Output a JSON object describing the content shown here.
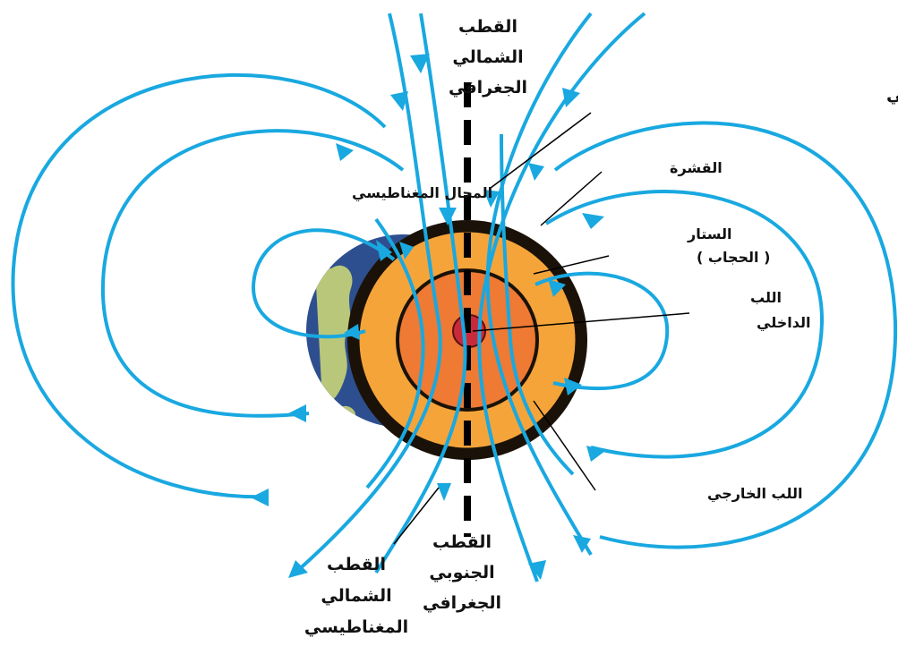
{
  "labels": {
    "geo_north": [
      "القطب",
      "الشمالي",
      "الجغرافي"
    ],
    "mag_south": "القطب الجنوبي المغناطيسي",
    "crust": "القشرة",
    "mantle": [
      "الستار",
      "( الحجاب )"
    ],
    "inner_core": [
      "اللب",
      "الداخلي"
    ],
    "magnetic_field": "المجال المغناطيسي",
    "outer_core": "اللب الخارجي",
    "geo_south": [
      "القطب",
      "الجنوبي",
      "الجغرافي"
    ],
    "mag_north": [
      "القطب",
      "الشمالي",
      "المغناطيسي"
    ]
  },
  "colors": {
    "field_line": "#19a8e0",
    "mantle": "#f5a43a",
    "outer_core": "#ee7a33",
    "inner_core": "#c92a3a",
    "boundary": "#1a1208",
    "earth_surface": "#2e4f8f",
    "land": "#b9c77a"
  }
}
